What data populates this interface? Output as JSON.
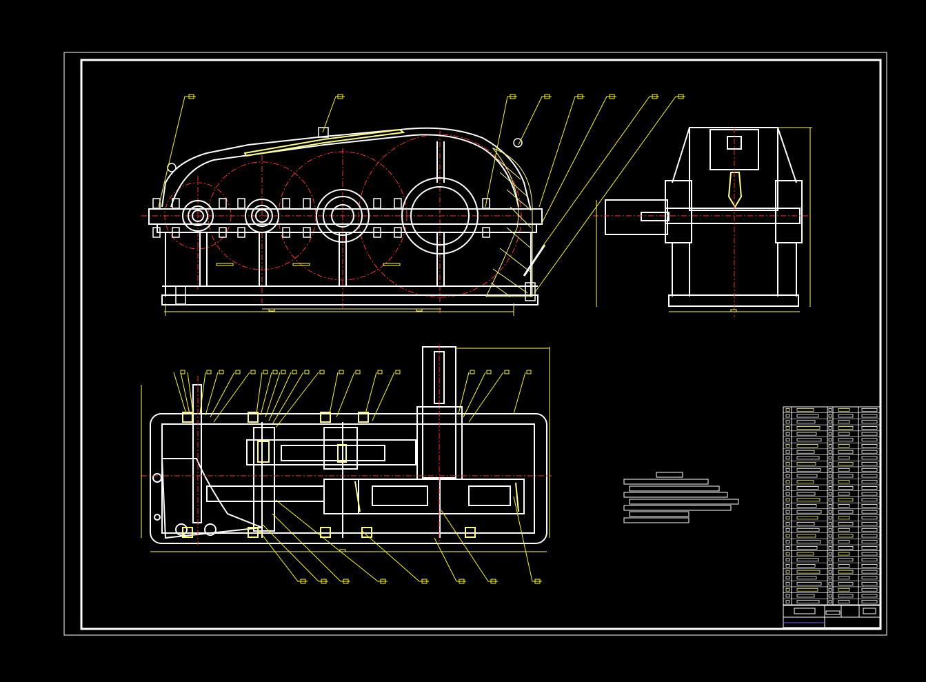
{
  "drawing": {
    "colors": {
      "outline": "#FFFFFF",
      "leader": "#FFFF00",
      "center": "#FF3030",
      "dim": "#FFFF55",
      "hatch": "#FFFF80",
      "background": "#000000",
      "title_line": "#8060FF"
    },
    "views": [
      "front-view",
      "side-view",
      "top-view"
    ],
    "parts_list": {
      "rows": 33
    }
  }
}
